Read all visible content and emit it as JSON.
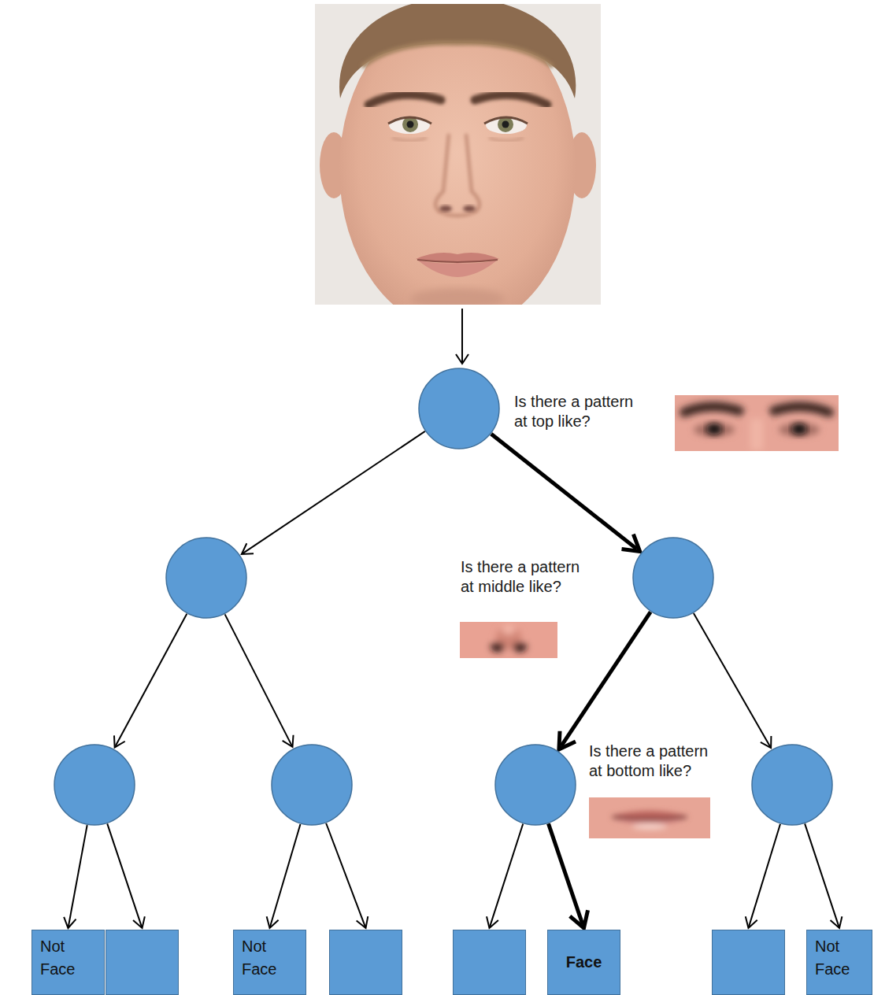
{
  "diagram": {
    "nodes": [
      {
        "text": [
          "Is there a pattern at top like?"
        ]
      },
      {
        "text": []
      },
      {
        "text": [
          "Is there a pattern at middle like?"
        ]
      },
      {
        "text": []
      },
      {
        "text": []
      },
      {
        "text": [
          "Is there a pattern at bottom like?"
        ]
      },
      {
        "text": []
      },
      {
        "text": [
          "Not Face"
        ]
      },
      {
        "text": []
      },
      {
        "text": [
          "Not Face"
        ]
      },
      {
        "text": []
      },
      {
        "text": []
      },
      {
        "text": [
          "Face"
        ]
      },
      {
        "text": []
      },
      {
        "text": [
          "Not Face"
        ]
      }
    ],
    "edges": [
      {
        "from": 0,
        "to": 1,
        "arrow": "to"
      },
      {
        "from": 0,
        "to": 2,
        "arrow": "to"
      },
      {
        "from": 1,
        "to": 3,
        "arrow": "to"
      },
      {
        "from": 1,
        "to": 4,
        "arrow": "to"
      },
      {
        "from": 2,
        "to": 5,
        "arrow": "to"
      },
      {
        "from": 2,
        "to": 6,
        "arrow": "to"
      },
      {
        "from": 3,
        "to": 7,
        "arrow": "to"
      },
      {
        "from": 3,
        "to": 8,
        "arrow": "to"
      },
      {
        "from": 4,
        "to": 9,
        "arrow": "to"
      },
      {
        "from": 4,
        "to": 10,
        "arrow": "to"
      },
      {
        "from": 5,
        "to": 11,
        "arrow": "to"
      },
      {
        "from": 5,
        "to": 12,
        "arrow": "to"
      },
      {
        "from": 6,
        "to": 13,
        "arrow": "to"
      },
      {
        "from": 6,
        "to": 14,
        "arrow": "to"
      }
    ]
  }
}
